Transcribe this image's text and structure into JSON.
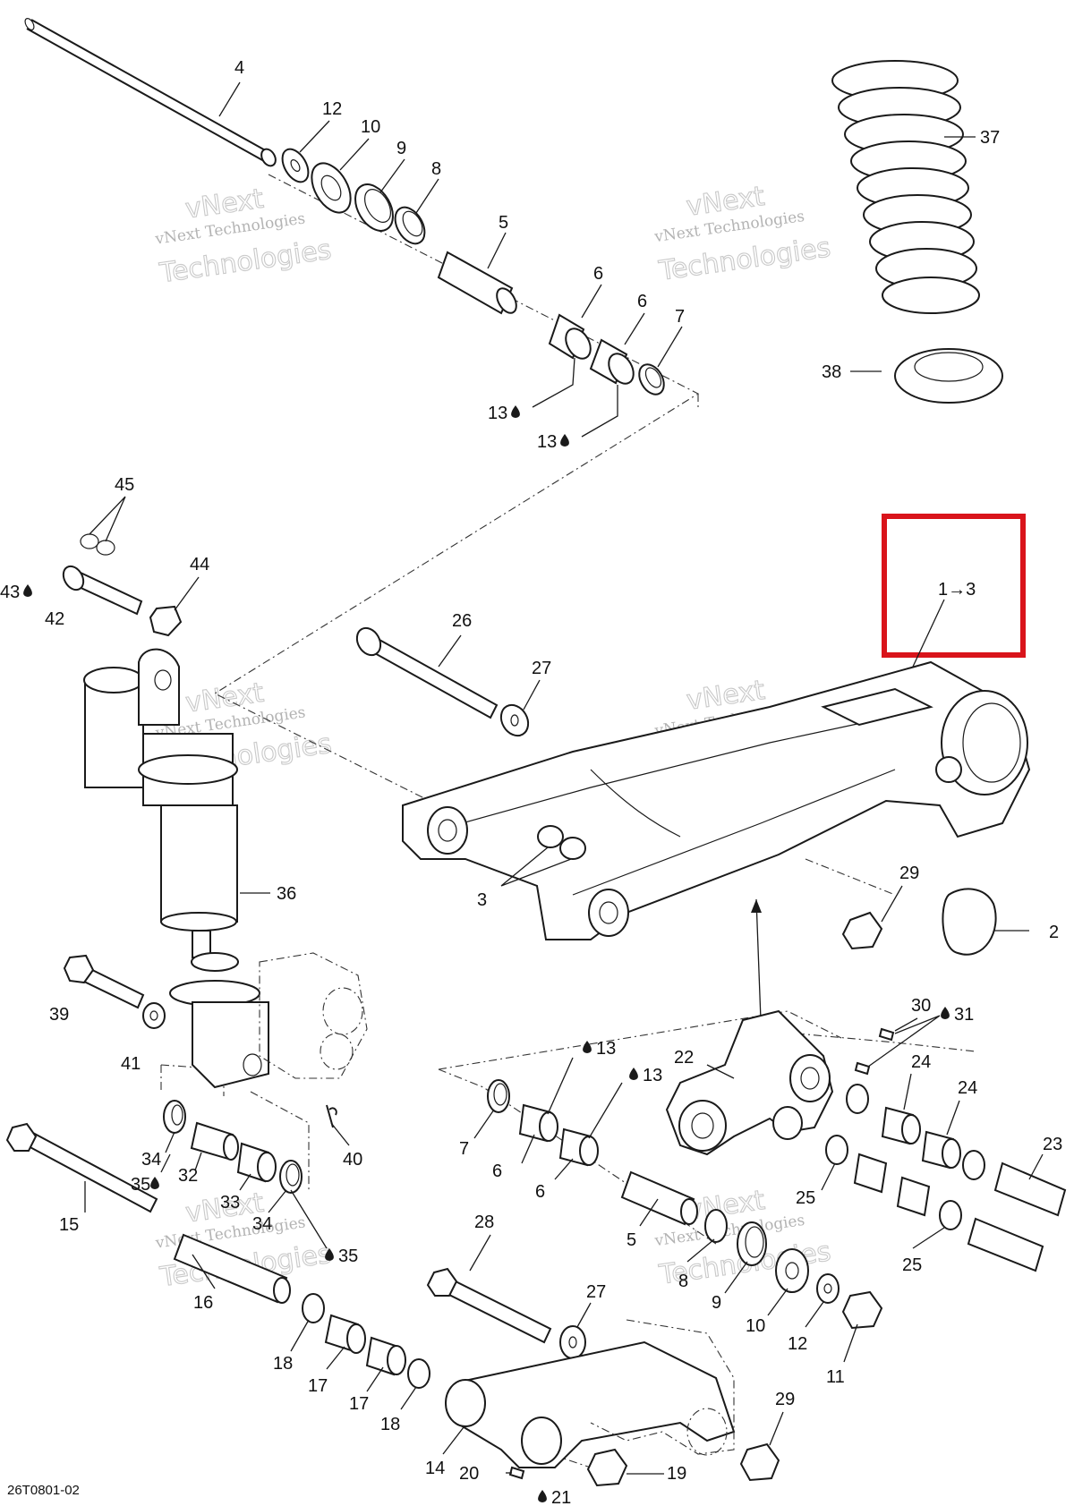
{
  "drawing": {
    "code": "26T0801-02",
    "watermark": {
      "line1": "vNext Technologies",
      "line2a": "vNext",
      "line2b": "Technologies"
    },
    "highlight_color": "#d9141b",
    "line_color": "#1a1a1a",
    "highlight_label": "1→3"
  },
  "callouts": [
    {
      "id": "4",
      "text": "4"
    },
    {
      "id": "12a",
      "text": "12"
    },
    {
      "id": "10a",
      "text": "10"
    },
    {
      "id": "9a",
      "text": "9"
    },
    {
      "id": "8a",
      "text": "8"
    },
    {
      "id": "5a",
      "text": "5"
    },
    {
      "id": "6a",
      "text": "6"
    },
    {
      "id": "6b",
      "text": "6"
    },
    {
      "id": "7a",
      "text": "7"
    },
    {
      "id": "13a",
      "text": "13"
    },
    {
      "id": "13b",
      "text": "13"
    },
    {
      "id": "37",
      "text": "37"
    },
    {
      "id": "38",
      "text": "38"
    },
    {
      "id": "45",
      "text": "45"
    },
    {
      "id": "44",
      "text": "44"
    },
    {
      "id": "43",
      "text": "43"
    },
    {
      "id": "42",
      "text": "42"
    },
    {
      "id": "26",
      "text": "26"
    },
    {
      "id": "27a",
      "text": "27"
    },
    {
      "id": "3",
      "text": "3"
    },
    {
      "id": "36",
      "text": "36"
    },
    {
      "id": "29a",
      "text": "29"
    },
    {
      "id": "2",
      "text": "2"
    },
    {
      "id": "39",
      "text": "39"
    },
    {
      "id": "41",
      "text": "41"
    },
    {
      "id": "30",
      "text": "30"
    },
    {
      "id": "31",
      "text": "31"
    },
    {
      "id": "22",
      "text": "22"
    },
    {
      "id": "13c",
      "text": "13"
    },
    {
      "id": "13d",
      "text": "13"
    },
    {
      "id": "24a",
      "text": "24"
    },
    {
      "id": "24b",
      "text": "24"
    },
    {
      "id": "23",
      "text": "23"
    },
    {
      "id": "7b",
      "text": "7"
    },
    {
      "id": "6c",
      "text": "6"
    },
    {
      "id": "6d",
      "text": "6"
    },
    {
      "id": "25a",
      "text": "25"
    },
    {
      "id": "25b",
      "text": "25"
    },
    {
      "id": "34a",
      "text": "34"
    },
    {
      "id": "35a",
      "text": "35"
    },
    {
      "id": "32",
      "text": "32"
    },
    {
      "id": "33",
      "text": "33"
    },
    {
      "id": "40",
      "text": "40"
    },
    {
      "id": "34b",
      "text": "34"
    },
    {
      "id": "35b",
      "text": "35"
    },
    {
      "id": "15",
      "text": "15"
    },
    {
      "id": "16",
      "text": "16"
    },
    {
      "id": "5b",
      "text": "5"
    },
    {
      "id": "8b",
      "text": "8"
    },
    {
      "id": "9b",
      "text": "9"
    },
    {
      "id": "10b",
      "text": "10"
    },
    {
      "id": "12b",
      "text": "12"
    },
    {
      "id": "11",
      "text": "11"
    },
    {
      "id": "28",
      "text": "28"
    },
    {
      "id": "27b",
      "text": "27"
    },
    {
      "id": "18a",
      "text": "18"
    },
    {
      "id": "17a",
      "text": "17"
    },
    {
      "id": "17b",
      "text": "17"
    },
    {
      "id": "18b",
      "text": "18"
    },
    {
      "id": "14",
      "text": "14"
    },
    {
      "id": "29b",
      "text": "29"
    },
    {
      "id": "20",
      "text": "20"
    },
    {
      "id": "19",
      "text": "19"
    },
    {
      "id": "21",
      "text": "21"
    }
  ]
}
